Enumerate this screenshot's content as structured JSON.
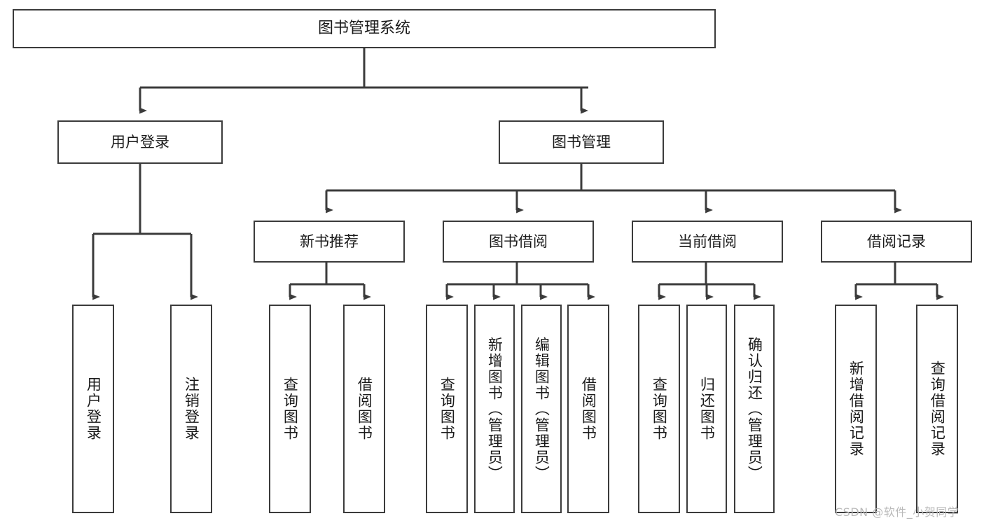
{
  "diagram": {
    "title": "图书管理系统",
    "type": "tree-hierarchy",
    "colors": {
      "stroke": "#3b3b3b",
      "fill": "#ffffff",
      "text": "#1a1a1a",
      "watermark": "#b9b9b9"
    },
    "levels": {
      "root": {
        "label": "图书管理系统"
      },
      "level2": [
        {
          "id": "user-login",
          "label": "用户登录"
        },
        {
          "id": "book-management",
          "label": "图书管理"
        }
      ],
      "level3": [
        {
          "id": "new-book-recommend",
          "label": "新书推荐",
          "parent": "book-management"
        },
        {
          "id": "book-borrow",
          "label": "图书借阅",
          "parent": "book-management"
        },
        {
          "id": "current-borrow",
          "label": "当前借阅",
          "parent": "book-management"
        },
        {
          "id": "borrow-record",
          "label": "借阅记录",
          "parent": "book-management"
        }
      ],
      "leaves": [
        {
          "id": "leaf-user-login",
          "label": "用户登录",
          "parent": "user-login"
        },
        {
          "id": "leaf-logout-login",
          "label": "注销登录",
          "parent": "user-login"
        },
        {
          "id": "leaf-query-book-1",
          "label": "查询图书",
          "parent": "new-book-recommend"
        },
        {
          "id": "leaf-borrow-book-1",
          "label": "借阅图书",
          "parent": "new-book-recommend"
        },
        {
          "id": "leaf-query-book-2",
          "label": "查询图书",
          "parent": "book-borrow"
        },
        {
          "id": "leaf-add-book",
          "label": "新增图书（管理员）",
          "parent": "book-borrow"
        },
        {
          "id": "leaf-edit-book",
          "label": "编辑图书（管理员）",
          "parent": "book-borrow"
        },
        {
          "id": "leaf-borrow-book-2",
          "label": "借阅图书",
          "parent": "book-borrow"
        },
        {
          "id": "leaf-query-book-3",
          "label": "查询图书",
          "parent": "current-borrow"
        },
        {
          "id": "leaf-return-book",
          "label": "归还图书",
          "parent": "current-borrow"
        },
        {
          "id": "leaf-confirm-return",
          "label": "确认归还（管理员）",
          "parent": "current-borrow"
        },
        {
          "id": "leaf-add-record",
          "label": "新增借阅记录",
          "parent": "borrow-record"
        },
        {
          "id": "leaf-query-record",
          "label": "查询借阅记录",
          "parent": "borrow-record"
        }
      ]
    }
  },
  "watermark": {
    "text": "CSDN @软件_小贺同学"
  }
}
